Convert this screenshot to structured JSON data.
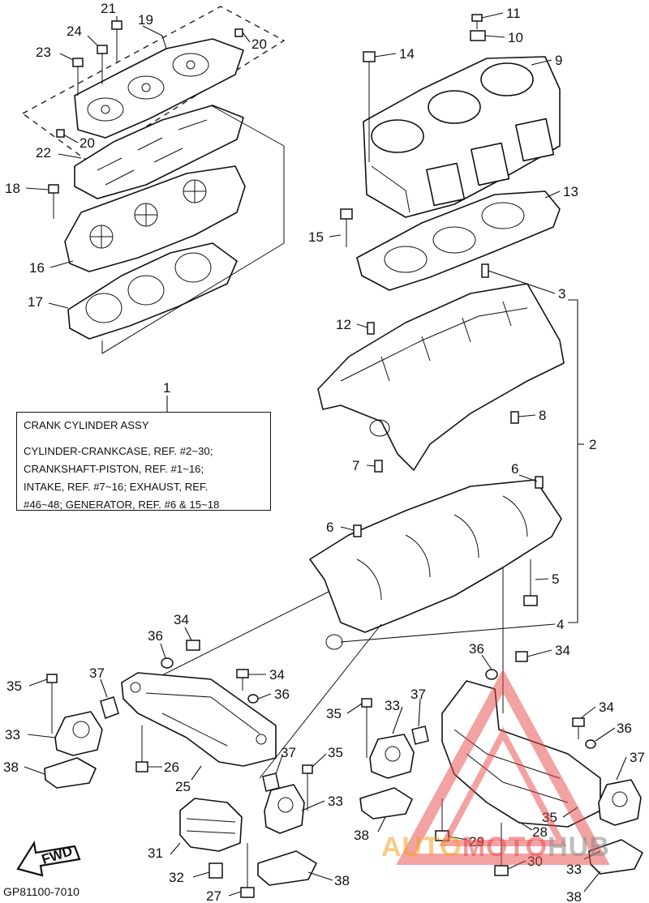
{
  "diagram_code": "GP81100-7010",
  "info_box": {
    "title": "CRANK CYLINDER ASSY",
    "lines": [
      "CYLINDER-CRANKCASE, REF. #2~30;",
      "CRANKSHAFT-PISTON, REF. #1~16;",
      "INTAKE, REF. #7~16; EXHAUST, REF.",
      "#46~48; GENERATOR, REF. #6 & 15~18"
    ]
  },
  "fwd_label": "FWD",
  "watermark": {
    "part1": "AUTO",
    "part2": "MOTO",
    "part3": "HUB"
  },
  "callouts": [
    {
      "id": "c21",
      "text": "21"
    },
    {
      "id": "c19",
      "text": "19"
    },
    {
      "id": "c24",
      "text": "24"
    },
    {
      "id": "c23",
      "text": "23"
    },
    {
      "id": "c20a",
      "text": "20"
    },
    {
      "id": "c20b",
      "text": "20"
    },
    {
      "id": "c22",
      "text": "22"
    },
    {
      "id": "c18",
      "text": "18"
    },
    {
      "id": "c16",
      "text": "16"
    },
    {
      "id": "c17",
      "text": "17"
    },
    {
      "id": "c11",
      "text": "11"
    },
    {
      "id": "c10",
      "text": "10"
    },
    {
      "id": "c14",
      "text": "14"
    },
    {
      "id": "c9",
      "text": "9"
    },
    {
      "id": "c13",
      "text": "13"
    },
    {
      "id": "c15",
      "text": "15"
    },
    {
      "id": "c3",
      "text": "3"
    },
    {
      "id": "c12",
      "text": "12"
    },
    {
      "id": "c1",
      "text": "1"
    },
    {
      "id": "c8",
      "text": "8"
    },
    {
      "id": "c2",
      "text": "2"
    },
    {
      "id": "c7",
      "text": "7"
    },
    {
      "id": "c6a",
      "text": "6"
    },
    {
      "id": "c6b",
      "text": "6"
    },
    {
      "id": "c5",
      "text": "5"
    },
    {
      "id": "c4",
      "text": "4"
    },
    {
      "id": "c34a",
      "text": "34"
    },
    {
      "id": "c36a",
      "text": "36"
    },
    {
      "id": "c35a",
      "text": "35"
    },
    {
      "id": "c37a",
      "text": "37"
    },
    {
      "id": "c33a",
      "text": "33"
    },
    {
      "id": "c38a",
      "text": "38"
    },
    {
      "id": "c26",
      "text": "26"
    },
    {
      "id": "c25",
      "text": "25"
    },
    {
      "id": "c34b",
      "text": "34"
    },
    {
      "id": "c36b",
      "text": "36"
    },
    {
      "id": "c37b",
      "text": "37"
    },
    {
      "id": "c35b",
      "text": "35"
    },
    {
      "id": "c33b",
      "text": "33"
    },
    {
      "id": "c38b",
      "text": "38"
    },
    {
      "id": "c31",
      "text": "31"
    },
    {
      "id": "c32",
      "text": "32"
    },
    {
      "id": "c27",
      "text": "27"
    },
    {
      "id": "c38c",
      "text": "38"
    },
    {
      "id": "c36c",
      "text": "36"
    },
    {
      "id": "c34c",
      "text": "34"
    },
    {
      "id": "c35c",
      "text": "35"
    },
    {
      "id": "c33c",
      "text": "33"
    },
    {
      "id": "c37c",
      "text": "37"
    },
    {
      "id": "c38d",
      "text": "38"
    },
    {
      "id": "c34d",
      "text": "34"
    },
    {
      "id": "c36d",
      "text": "36"
    },
    {
      "id": "c37d",
      "text": "37"
    },
    {
      "id": "c35d",
      "text": "35"
    },
    {
      "id": "c28",
      "text": "28"
    },
    {
      "id": "c29",
      "text": "29"
    },
    {
      "id": "c30",
      "text": "30"
    },
    {
      "id": "c33d",
      "text": "33"
    },
    {
      "id": "c38e",
      "text": "38"
    }
  ]
}
